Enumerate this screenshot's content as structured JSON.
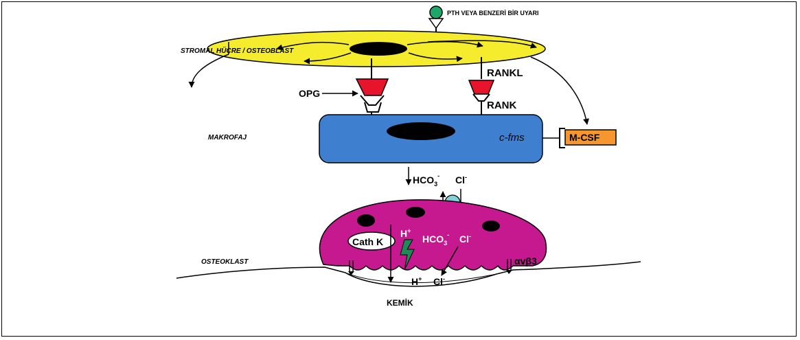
{
  "labels": {
    "stimulus": "PTH VEYA BENZERİ BİR UYARI",
    "stromal": "STROMAL HÜCRE / OSTEOBLAST",
    "opg": "OPG",
    "rankl": "RANKL",
    "rank": "RANK",
    "makrofaj": "MAKROFAJ",
    "cfms": "c-fms",
    "mcsf": "M-CSF",
    "hco3_top": "HCO",
    "hco3_top_sub": "3",
    "hco3_top_sup": "-",
    "cl_top": "Cl",
    "cl_top_sup": "-",
    "cathk": "Cath K",
    "hplus_in": "H",
    "hplus_in_sup": "+",
    "hco3_in": "HCO",
    "hco3_in_sub": "3",
    "hco3_in_sup": "-",
    "cl_in": "Cl",
    "cl_in_sup": "-",
    "osteoklast": "OSTEOKLAST",
    "integrin": "αvβ3",
    "hplus_bot": "H",
    "hplus_bot_sup": "+",
    "cl_bot": "Cl",
    "cl_bot_sup": "-",
    "kemik": "KEMİK"
  },
  "colors": {
    "stromal_cell": "#f4ec2c",
    "macrophage": "#3f7fd0",
    "osteoclast": "#c6198f",
    "receptor": "#e8142c",
    "mcsf_box": "#f7962e",
    "ligand": "#1fa76a",
    "channel": "#7fd3d8",
    "proton_bolt": "#1f8a55"
  }
}
